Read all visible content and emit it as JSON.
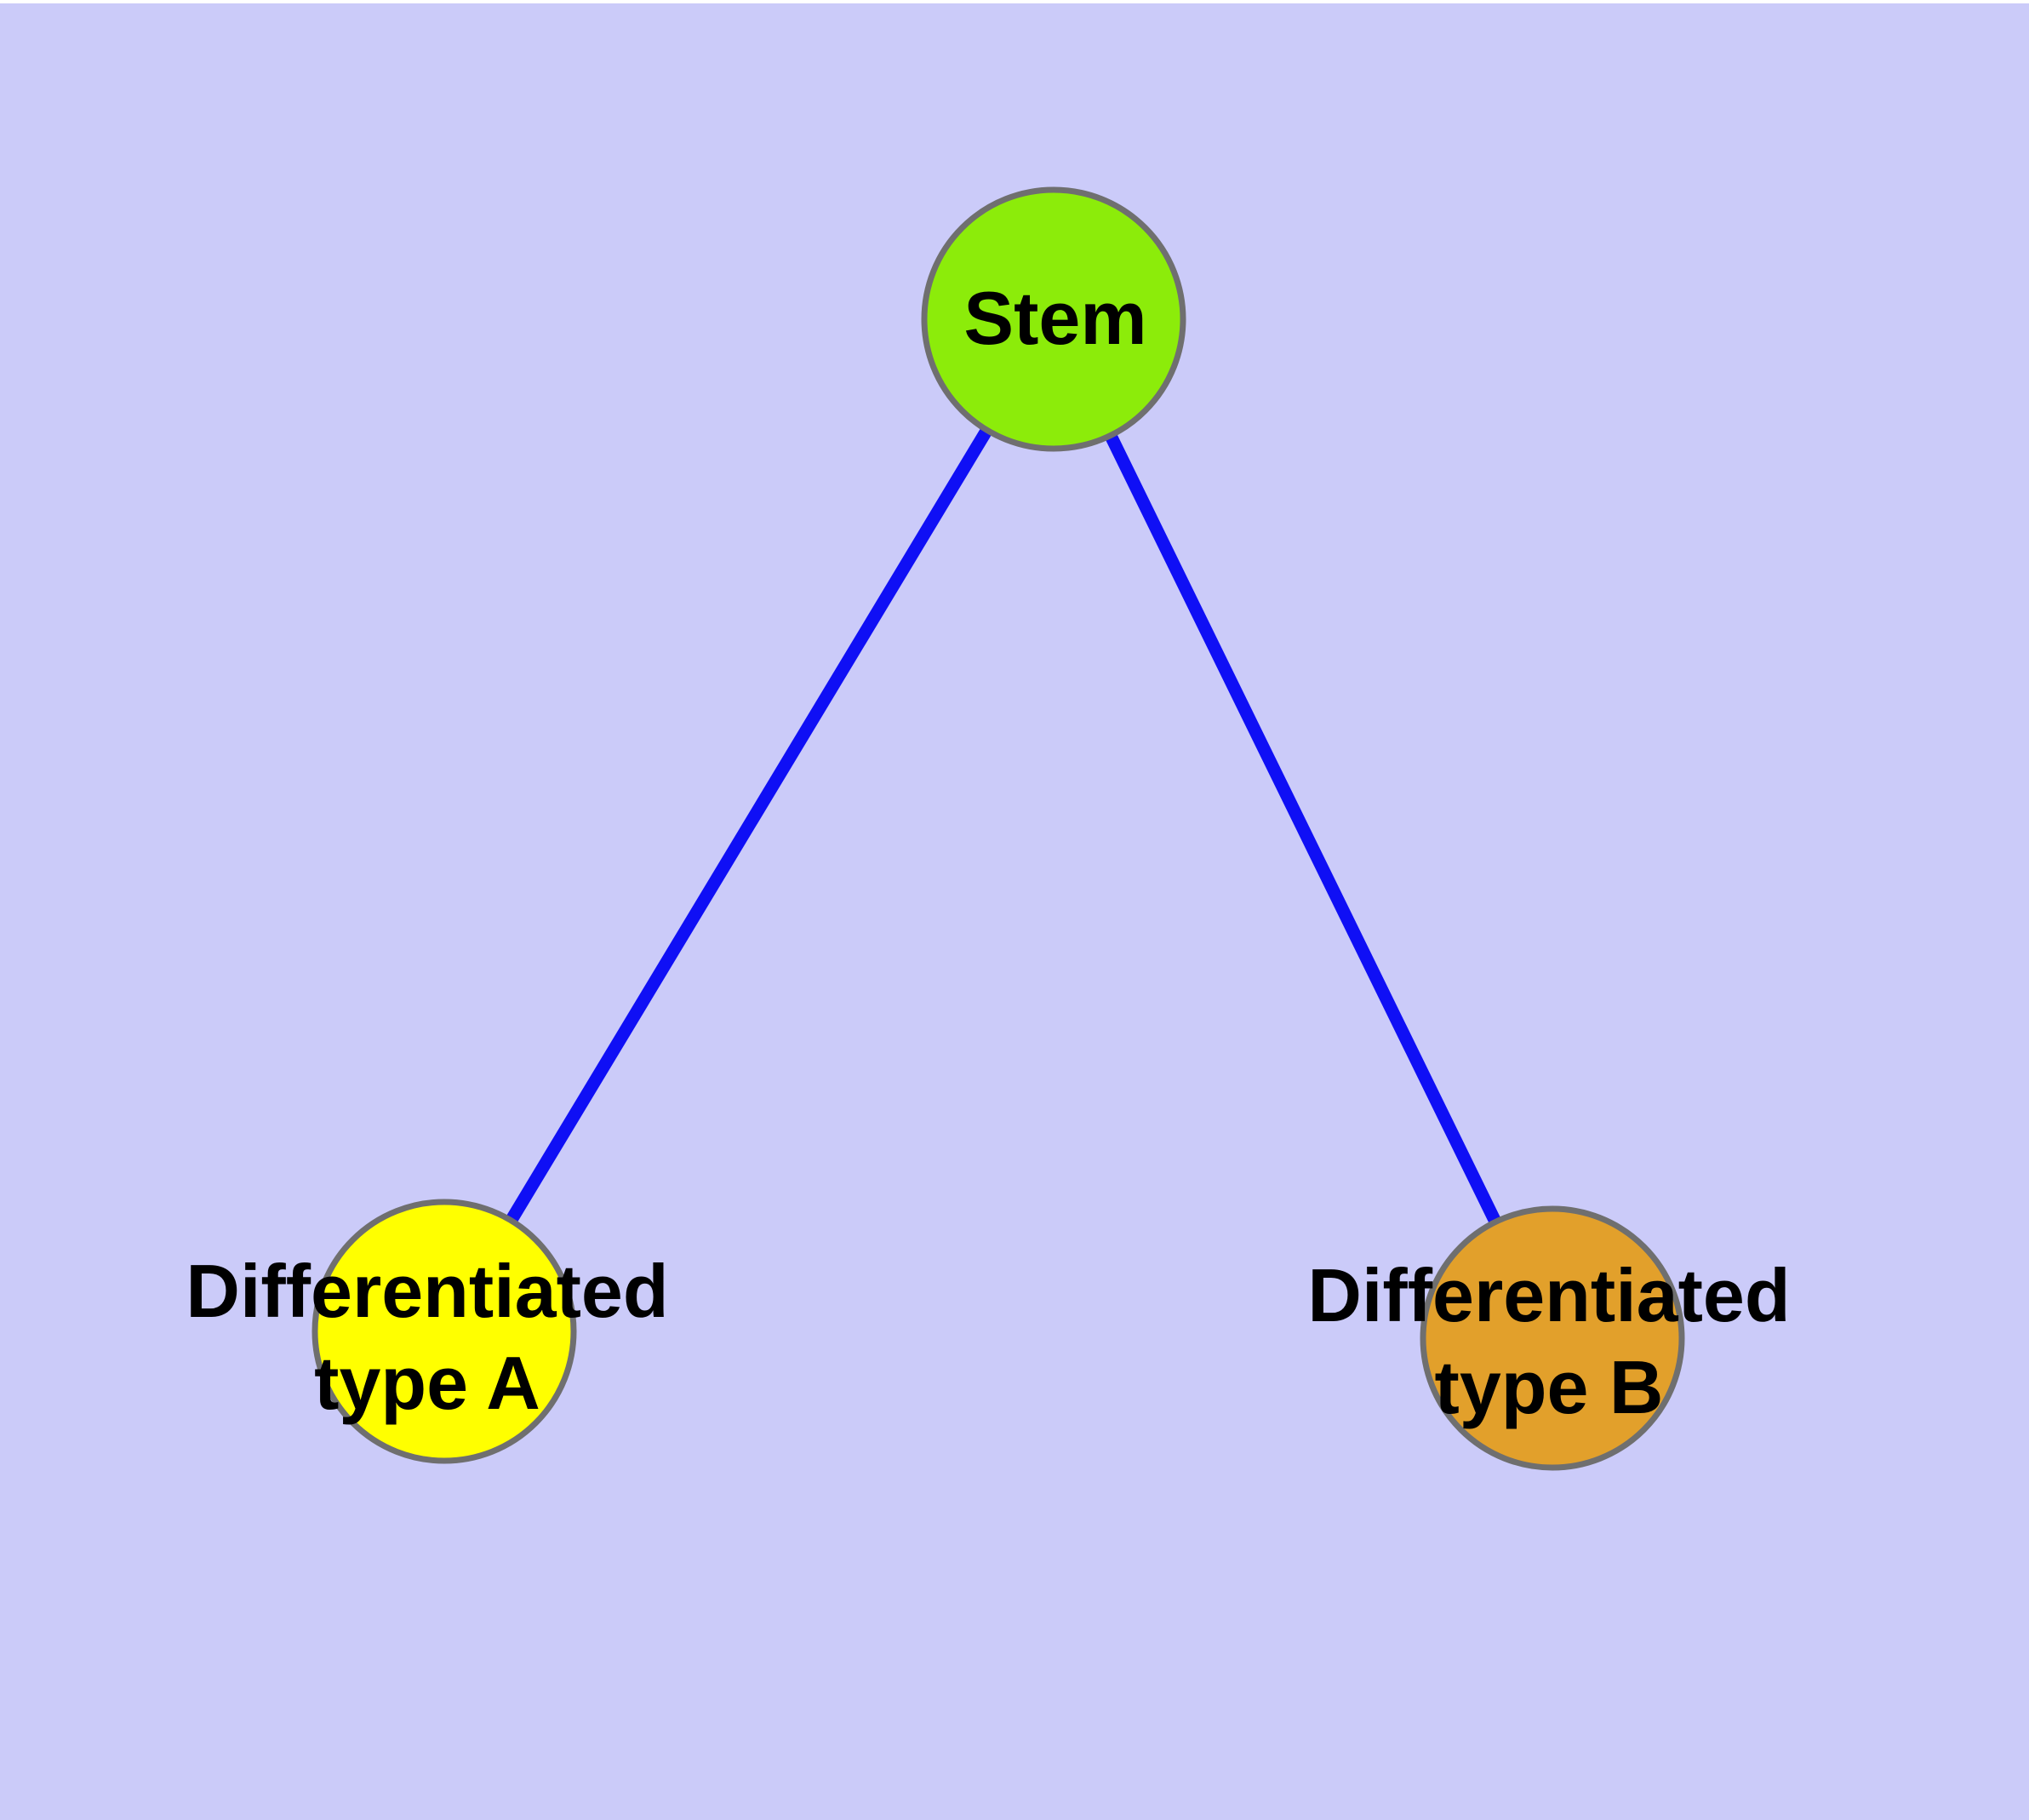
{
  "canvas": {
    "background_color": "#CBCBF9",
    "top_strip_color": "#FFFFFF"
  },
  "diagram": {
    "type": "node-link-graph",
    "edge_color": "#0F0FF5",
    "text_color": "#000000",
    "node_border_color": "#6F6F6F",
    "edges": [
      {
        "from": "stem",
        "to": "differentiated-type-a"
      },
      {
        "from": "stem",
        "to": "differentiated-type-b"
      }
    ],
    "nodes": {
      "stem": {
        "label": "Stem",
        "fill": "#8CEC0A"
      },
      "type_a": {
        "line1": "Differentiated",
        "line2": "type A",
        "fill": "#FFFF00"
      },
      "type_b": {
        "line1": "Differentiated",
        "line2": "type B",
        "fill": "#E2A02B"
      }
    }
  }
}
